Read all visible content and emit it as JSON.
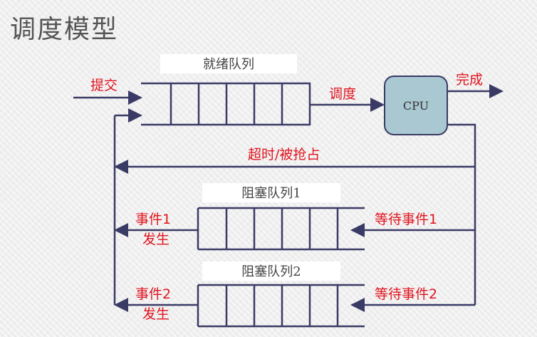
{
  "title": "调度模型",
  "ready_queue": {
    "label": "就绪队列"
  },
  "blocked_queue_1": {
    "label": "阻塞队列1"
  },
  "blocked_queue_2": {
    "label": "阻塞队列2"
  },
  "cpu": {
    "label": "CPU"
  },
  "edges": {
    "submit": "提交",
    "dispatch": "调度",
    "complete": "完成",
    "timeout_preempt": "超时/被抢占",
    "event1_occurs_line1": "事件1",
    "event1_occurs_line2": "发生",
    "wait_event1": "等待事件1",
    "event2_occurs_line1": "事件2",
    "event2_occurs_line2": "发生",
    "wait_event2": "等待事件2"
  },
  "colors": {
    "line": "#3a3a66",
    "cpu_fill": "#a9c8d2",
    "edge_text": "#e0141e",
    "label_box": "#ffffff"
  }
}
